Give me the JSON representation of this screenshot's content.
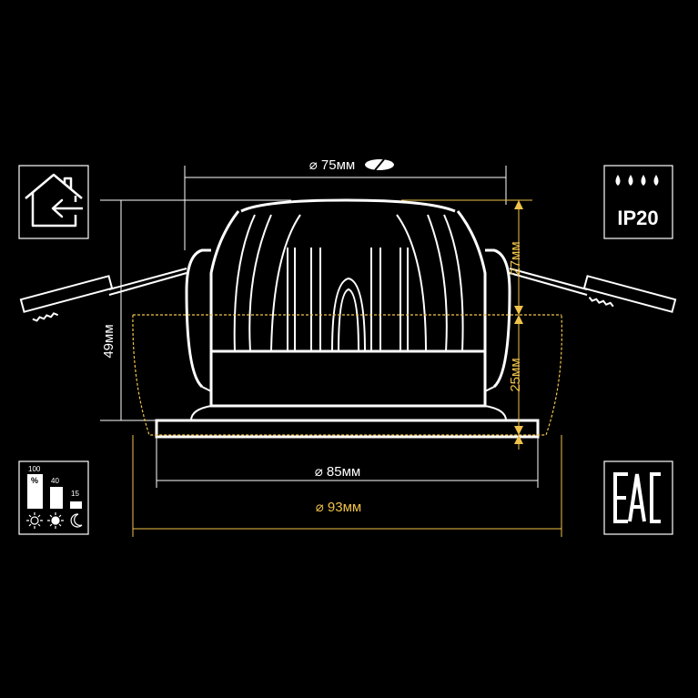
{
  "dimensions": {
    "top_diameter": "⌀ 75мм",
    "bottom_inner_diameter": "⌀ 85мм",
    "bottom_outer_diameter": "⌀ 93мм",
    "total_height": "49мм",
    "upper_height": "27мм",
    "lower_height": "25мм"
  },
  "badges": {
    "ip_rating": "IP20",
    "certification": "EAC",
    "dimming_levels": [
      "100",
      "40",
      "15"
    ],
    "dimming_unit": "%"
  },
  "icons": {
    "indoor": "house-arrow-icon",
    "water": "water-drops-icon",
    "dimming": "dimming-levels-icon",
    "cert": "eac-mark-icon"
  },
  "colors": {
    "background": "#000000",
    "line": "#ffffff",
    "accent": "#f0c24a"
  }
}
